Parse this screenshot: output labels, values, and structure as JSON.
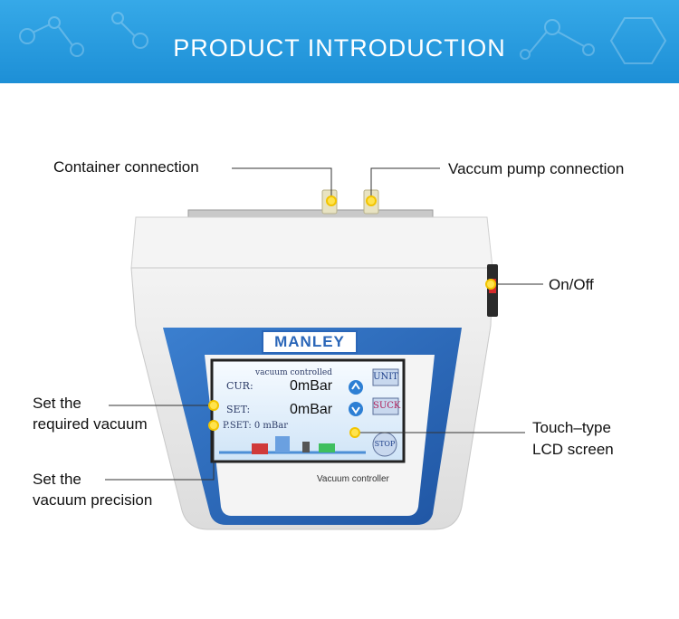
{
  "banner": {
    "title": "PRODUCT  INTRODUCTION"
  },
  "device": {
    "brand": "MANLEY",
    "model_label": "Vacuum controller",
    "screen": {
      "header": "vacuum controlled",
      "cur_label": "CUR:",
      "cur_value": "0mBar",
      "set_label": "SET:",
      "set_value": "0mBar",
      "pset_label": "P.SET: 0 mBar",
      "unit_button": "UNIT",
      "suck_button": "SUCK",
      "stop_button": "STOP"
    }
  },
  "callouts": {
    "container": "Container connection",
    "pump": "Vaccum pump connection",
    "onoff": "On/Off",
    "set_vacuum_1": "Set the",
    "set_vacuum_2": "required vacuum",
    "touch_1": "Touch–type",
    "touch_2": "LCD screen",
    "precision_1": "Set the",
    "precision_2": "vacuum precision"
  },
  "colors": {
    "banner": "#2a9de2",
    "callout_dot": "#ffe34d",
    "panel_blue": "#2a66b8"
  }
}
